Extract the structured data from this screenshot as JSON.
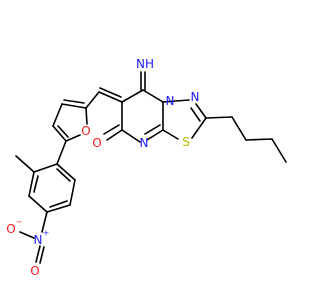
{
  "colors": {
    "carbon": "#000000",
    "nitrogen": "#1a1aff",
    "oxygen": "#ff1a1a",
    "sulfur": "#b8b800"
  },
  "atoms": {
    "imine_nh": {
      "text": "NH",
      "element": "nitrogen"
    },
    "ring_n_bridge": {
      "text": "N",
      "element": "nitrogen"
    },
    "ring_n_thiadiazole": {
      "text": "N",
      "element": "nitrogen"
    },
    "ring_n_pyrimidine": {
      "text": "N",
      "element": "nitrogen"
    },
    "ring_s": {
      "text": "S",
      "element": "sulfur"
    },
    "carbonyl_o": {
      "text": "O",
      "element": "oxygen"
    },
    "furan_o": {
      "text": "O",
      "element": "oxygen"
    },
    "nitro_n": {
      "text": "N",
      "element": "nitrogen",
      "charge": "+"
    },
    "nitro_o_minus": {
      "text": "O",
      "element": "oxygen",
      "charge": "−"
    },
    "nitro_o": {
      "text": "O",
      "element": "oxygen"
    }
  }
}
